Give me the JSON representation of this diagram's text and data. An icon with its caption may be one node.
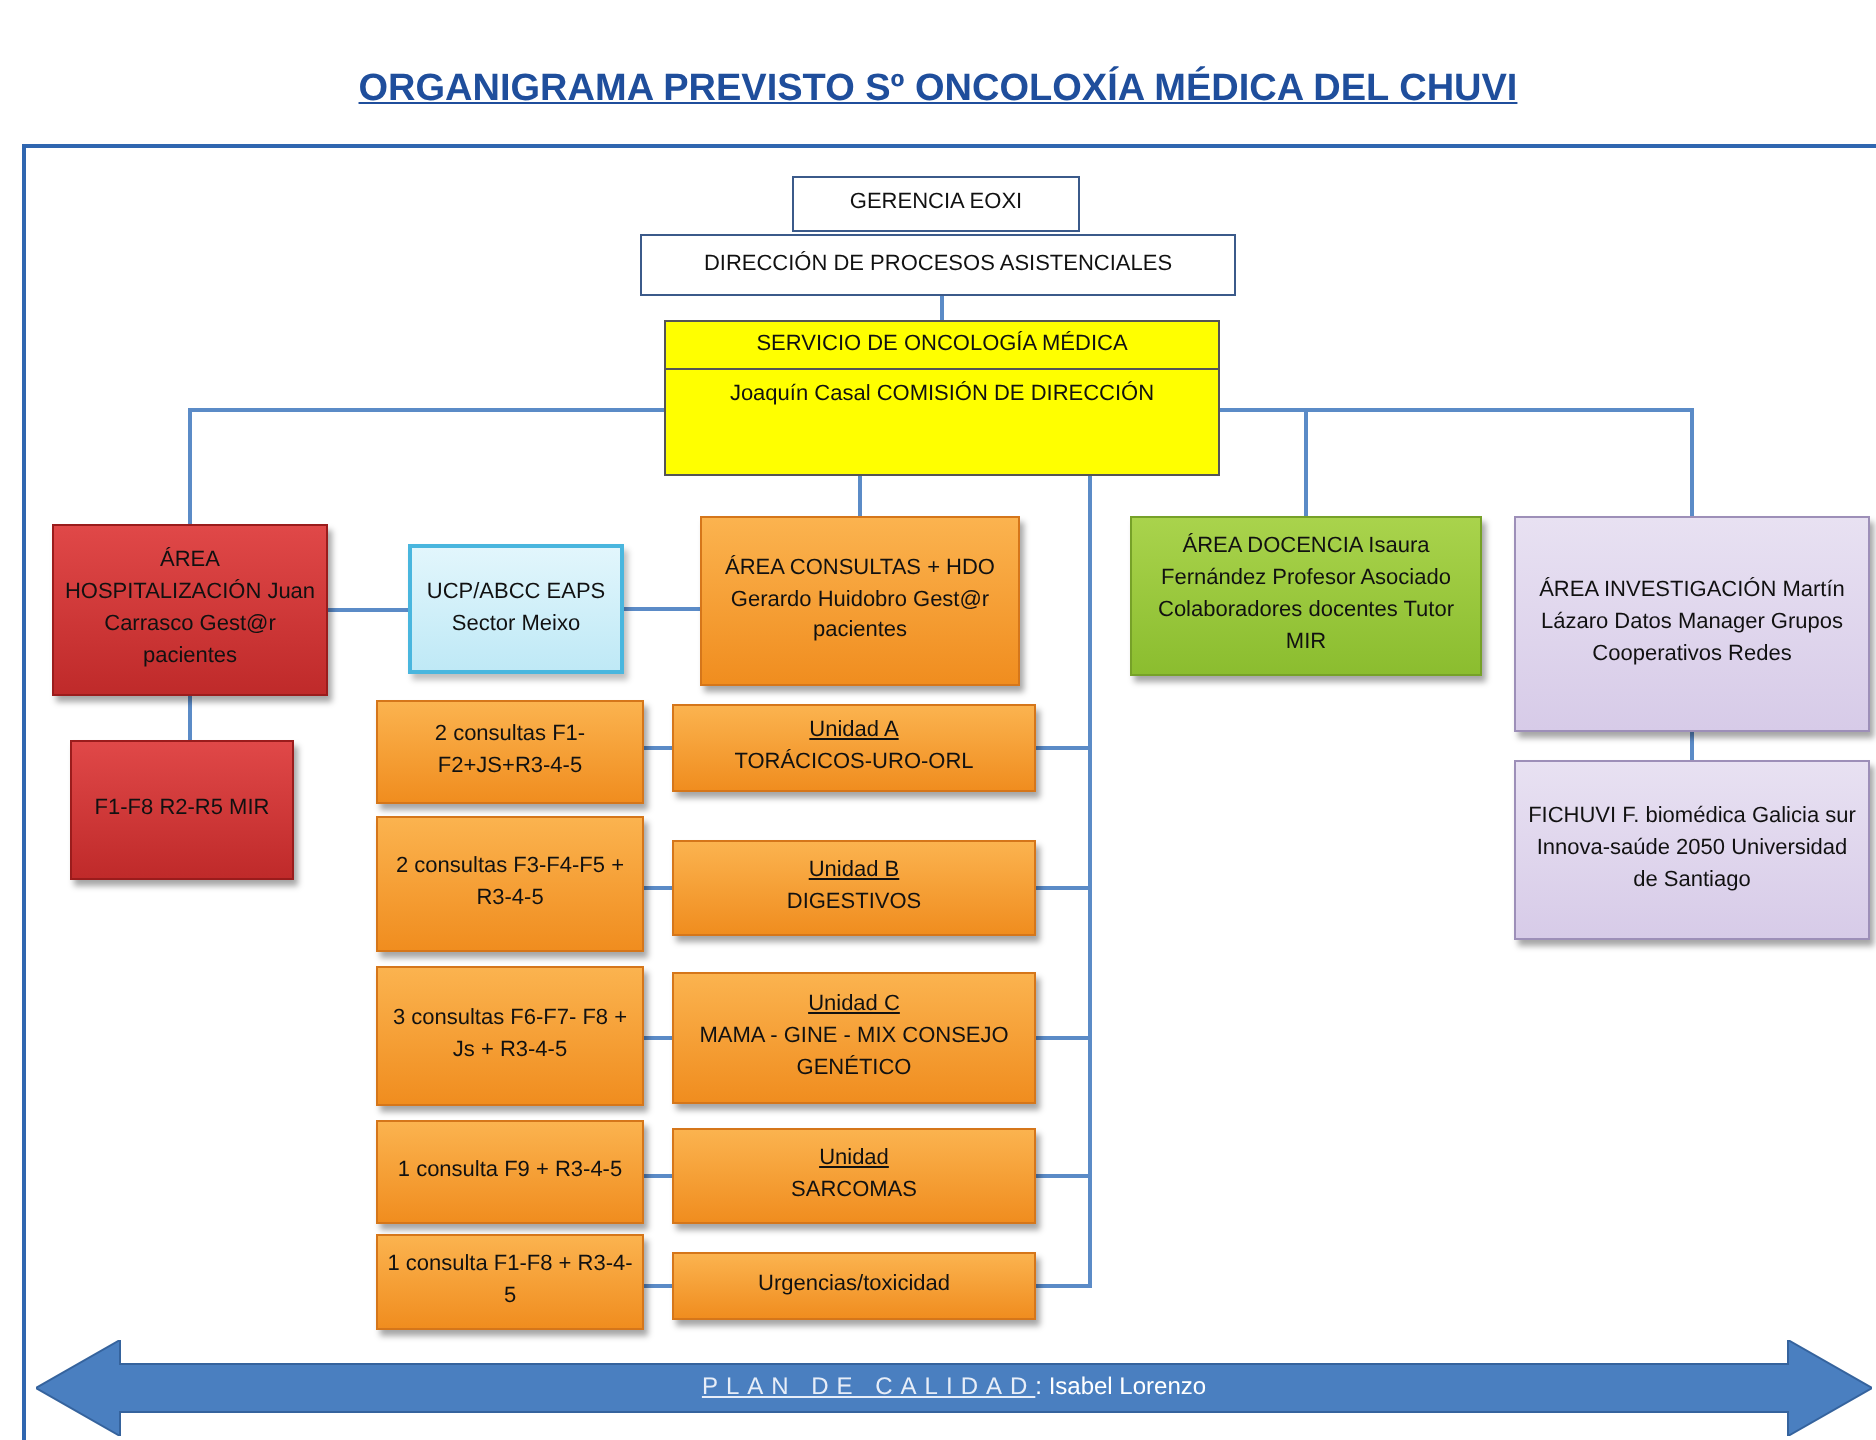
{
  "diagram": {
    "title": "ORGANIGRAMA PREVISTO Sº ONCOLOXÍA MÉDICA DEL CHUVI",
    "nodes": [
      {
        "text": [
          "GERENCIA EOXI"
        ]
      },
      {
        "text": [
          "DIRECCIÓN DE PROCESOS ASISTENCIALES"
        ]
      },
      {
        "text": [
          "SERVICIO DE ONCOLOGÍA MÉDICA",
          "Joaquín Casal COMISIÓN DE DIRECCIÓN"
        ]
      },
      {
        "text": [
          "ÁREA HOSPITALIZACIÓN Juan Carrasco Gest@r pacientes"
        ]
      },
      {
        "text": [
          "F1-F8 R2-R5 MIR"
        ]
      },
      {
        "text": [
          "UCP/ABCC EAPS Sector Meixo"
        ]
      },
      {
        "text": [
          "ÁREA CONSULTAS + HDO Gerardo Huidobro Gest@r pacientes"
        ]
      },
      {
        "text": [
          "Unidad A",
          "TORÁCICOS-URO-ORL"
        ]
      },
      {
        "text": [
          "Unidad B",
          "DIGESTIVOS"
        ]
      },
      {
        "text": [
          "Unidad C",
          "MAMA - GINE - MIX CONSEJO GENÉTICO"
        ]
      },
      {
        "text": [
          "Unidad",
          "SARCOMAS"
        ]
      },
      {
        "text": [
          "Urgencias/toxicidad"
        ]
      },
      {
        "text": [
          "2 consultas F1-F2+JS+R3-4-5"
        ]
      },
      {
        "text": [
          "2 consultas F3-F4-F5 + R3-4-5"
        ]
      },
      {
        "text": [
          "3 consultas F6-F7- F8 + Js + R3-4-5"
        ]
      },
      {
        "text": [
          "1 consulta F9 + R3-4-5"
        ]
      },
      {
        "text": [
          "1 consulta F1-F8 + R3-4-5"
        ]
      },
      {
        "text": [
          "ÁREA DOCENCIA Isaura Fernández Profesor Asociado Colaboradores docentes Tutor MIR"
        ]
      },
      {
        "text": [
          "ÁREA INVESTIGACIÓN Martín Lázaro Datos Manager Grupos Cooperativos Redes"
        ]
      },
      {
        "text": [
          "FICHUVI F. biomédica Galicia sur Innova-saúde 2050 Universidad de Santiago"
        ]
      },
      {
        "text": [
          "PLAN DE CALIDAD",
          ": Isabel Lorenzo"
        ]
      }
    ],
    "edges": [
      {
        "from": 1,
        "to": 2,
        "arrow": "none"
      },
      {
        "from": 2,
        "to": 3,
        "arrow": "none"
      },
      {
        "from": 2,
        "to": 6,
        "arrow": "none"
      },
      {
        "from": 2,
        "to": 17,
        "arrow": "none"
      },
      {
        "from": 2,
        "to": 18,
        "arrow": "none"
      },
      {
        "from": 3,
        "to": 4,
        "arrow": "none"
      },
      {
        "from": 3,
        "to": 5,
        "arrow": "none"
      },
      {
        "from": 5,
        "to": 6,
        "arrow": "none"
      },
      {
        "from": 2,
        "to": 7,
        "arrow": "none"
      },
      {
        "from": 2,
        "to": 8,
        "arrow": "none"
      },
      {
        "from": 2,
        "to": 9,
        "arrow": "none"
      },
      {
        "from": 2,
        "to": 10,
        "arrow": "none"
      },
      {
        "from": 2,
        "to": 11,
        "arrow": "none"
      },
      {
        "from": 12,
        "to": 7,
        "arrow": "none"
      },
      {
        "from": 13,
        "to": 8,
        "arrow": "none"
      },
      {
        "from": 14,
        "to": 9,
        "arrow": "none"
      },
      {
        "from": 15,
        "to": 10,
        "arrow": "none"
      },
      {
        "from": 16,
        "to": 11,
        "arrow": "none"
      },
      {
        "from": 18,
        "to": 19,
        "arrow": "none"
      }
    ]
  }
}
